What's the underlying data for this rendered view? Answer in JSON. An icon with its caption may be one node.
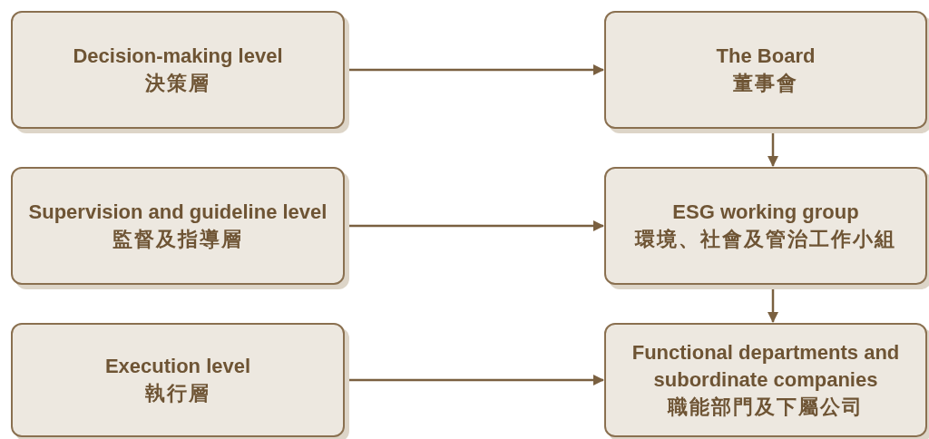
{
  "diagram": {
    "nodes": [
      {
        "text": [
          "Decision-making level",
          "決策層"
        ]
      },
      {
        "text": [
          "The Board",
          "董事會"
        ]
      },
      {
        "text": [
          "Supervision and guideline level",
          "監督及指導層"
        ]
      },
      {
        "text": [
          "ESG working group",
          "環境、社會及管治工作小組"
        ]
      },
      {
        "text": [
          "Execution level",
          "執行層"
        ]
      },
      {
        "text": [
          "Functional departments and subordinate companies",
          "職能部門及下屬公司"
        ]
      }
    ],
    "edges": [
      {
        "from": 0,
        "to": 1,
        "arrow": "to"
      },
      {
        "from": 1,
        "to": 3,
        "arrow": "to"
      },
      {
        "from": 2,
        "to": 3,
        "arrow": "to"
      },
      {
        "from": 3,
        "to": 5,
        "arrow": "to"
      },
      {
        "from": 4,
        "to": 5,
        "arrow": "to"
      }
    ]
  }
}
